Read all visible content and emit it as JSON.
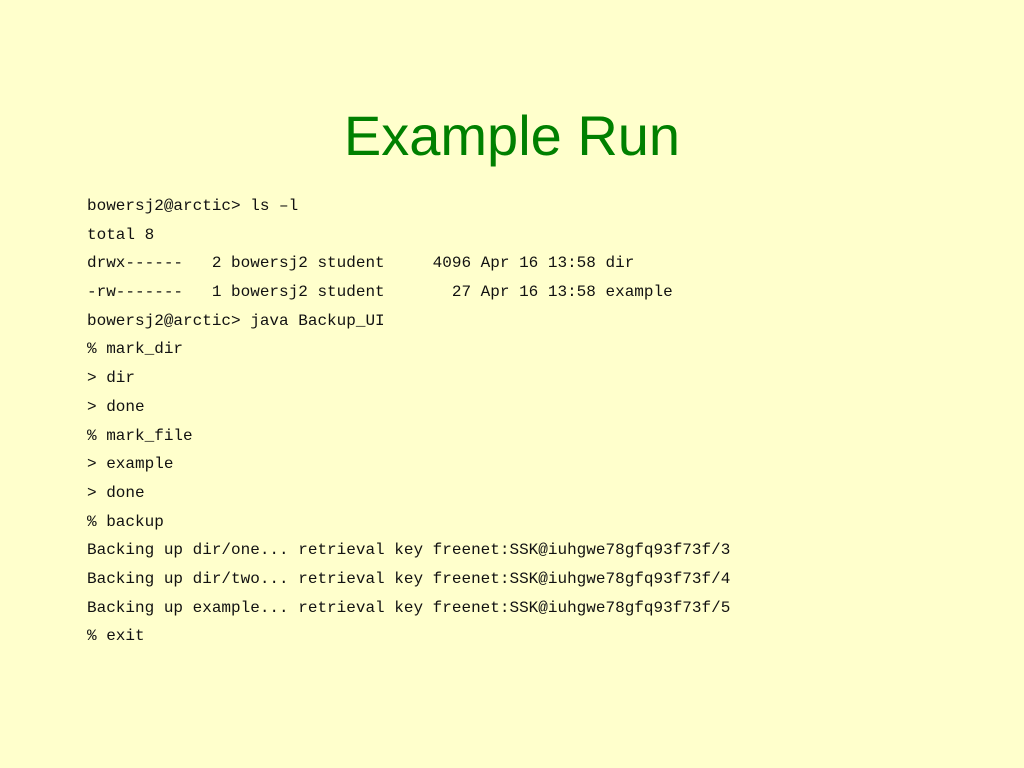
{
  "slide": {
    "title": "Example Run",
    "lines": [
      "bowersj2@arctic> ls –l",
      "total 8",
      "drwx------   2 bowersj2 student     4096 Apr 16 13:58 dir",
      "-rw-------   1 bowersj2 student       27 Apr 16 13:58 example",
      "bowersj2@arctic> java Backup_UI",
      "% mark_dir",
      "> dir",
      "> done",
      "% mark_file",
      "> example",
      "> done",
      "% backup",
      "Backing up dir/one... retrieval key freenet:SSK@iuhgwe78gfq93f73f/3",
      "Backing up dir/two... retrieval key freenet:SSK@iuhgwe78gfq93f73f/4",
      "Backing up example... retrieval key freenet:SSK@iuhgwe78gfq93f73f/5",
      "% exit"
    ]
  },
  "colors": {
    "background": "#ffffcc",
    "title": "#008000",
    "text": "#111111"
  }
}
